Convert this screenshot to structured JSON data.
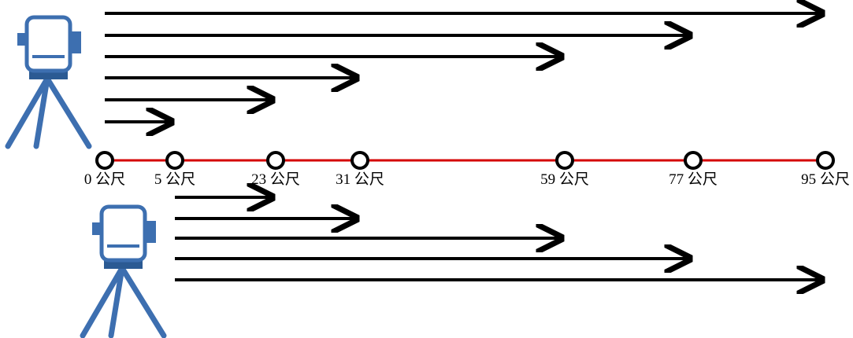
{
  "colors": {
    "instrument": "#3d6fb0",
    "instrument_dark": "#2b5a93",
    "line": "#d40000",
    "arrow": "#000000",
    "marker_fill": "#ffffff"
  },
  "unit": "公尺",
  "stations": [
    {
      "distance": 0,
      "label": "0 公尺"
    },
    {
      "distance": 5,
      "label": "5 公尺"
    },
    {
      "distance": 23,
      "label": "23 公尺"
    },
    {
      "distance": 31,
      "label": "31 公尺"
    },
    {
      "distance": 59,
      "label": "59 公尺"
    },
    {
      "distance": 77,
      "label": "77 公尺"
    },
    {
      "distance": 95,
      "label": "95 公尺"
    }
  ],
  "upper_instrument": {
    "icon": "surveying-instrument-icon",
    "located_at": 0,
    "arrow_targets": [
      95,
      77,
      59,
      31,
      23,
      5
    ]
  },
  "lower_instrument": {
    "icon": "surveying-instrument-icon",
    "located_at": 5,
    "arrow_targets": [
      23,
      31,
      59,
      77,
      95
    ]
  }
}
